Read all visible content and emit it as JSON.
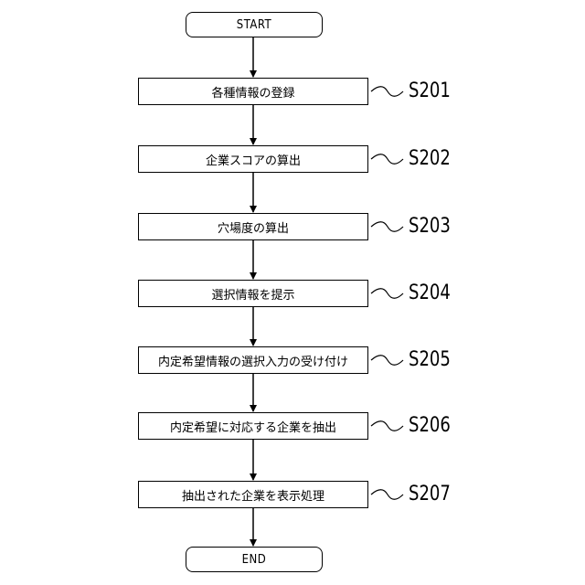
{
  "flowchart": {
    "start_label": "START",
    "end_label": "END",
    "steps": [
      {
        "text": "各種情報の登録",
        "id": "S201"
      },
      {
        "text": "企業スコアの算出",
        "id": "S202"
      },
      {
        "text": "穴場度の算出",
        "id": "S203"
      },
      {
        "text": "選択情報を提示",
        "id": "S204"
      },
      {
        "text": "内定希望情報の選択入力の受け付け",
        "id": "S205"
      },
      {
        "text": "内定希望に対応する企業を抽出",
        "id": "S206"
      },
      {
        "text": "抽出された企業を表示処理",
        "id": "S207"
      }
    ]
  }
}
